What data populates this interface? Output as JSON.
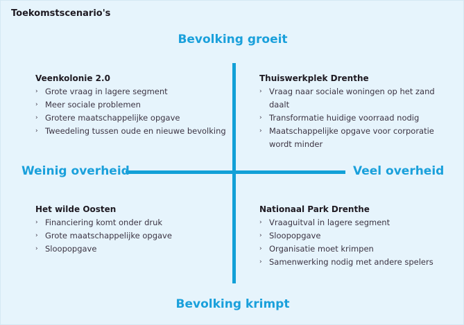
{
  "title": "Toekomstscenario's",
  "axes": {
    "top": "Bevolking groeit",
    "bottom": "Bevolking krimpt",
    "left": "Weinig overheid",
    "right": "Veel overheid"
  },
  "colors": {
    "accent": "#12a0d7",
    "background": "#e6f4fc"
  },
  "bullet": "›",
  "quadrants": {
    "top_left": {
      "title": "Veenkolonie 2.0",
      "items": [
        "Grote vraag in lagere segment",
        "Meer sociale problemen",
        "Grotere maatschappelijke opgave",
        "Tweedeling tussen oude en nieuwe bevolking"
      ]
    },
    "top_right": {
      "title": "Thuiswerkplek Drenthe",
      "items": [
        "Vraag naar sociale woningen op het zand daalt",
        "Transformatie huidige voorraad nodig",
        "Maatschappelijke opgave voor corporatie wordt minder"
      ]
    },
    "bottom_left": {
      "title": "Het wilde Oosten",
      "items": [
        "Financiering komt onder druk",
        "Grote maatschappelijke opgave",
        "Sloopopgave"
      ]
    },
    "bottom_right": {
      "title": "Nationaal Park Drenthe",
      "items": [
        "Vraaguitval in lagere segment",
        "Sloopopgave",
        "Organisatie moet krimpen",
        "Samenwerking nodig met andere spelers"
      ]
    }
  }
}
